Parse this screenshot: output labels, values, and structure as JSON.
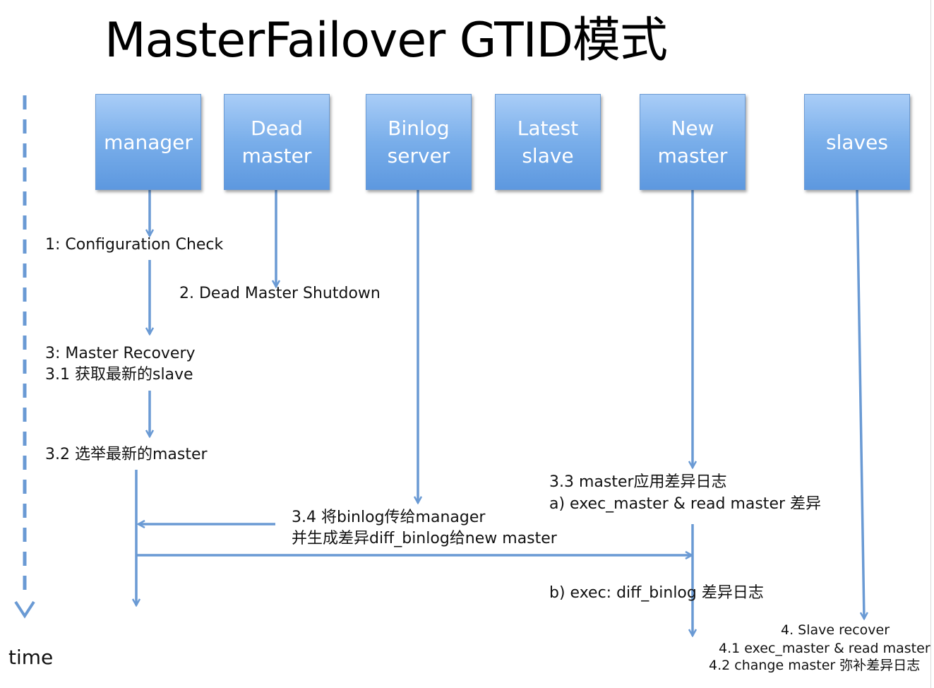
{
  "title": "MasterFailover GTID模式",
  "actors": {
    "manager": "manager",
    "dead_master": "Dead\nmaster",
    "binlog_server": "Binlog\nserver",
    "latest_slave": "Latest\nslave",
    "new_master": "New\nmaster",
    "slaves": "slaves"
  },
  "steps": {
    "s1": "1: Configuration Check",
    "s2": "2. Dead Master Shutdown",
    "s3": "3: Master Recovery",
    "s3_1": "3.1 获取最新的slave",
    "s3_2": "3.2  选举最新的master",
    "s3_3": "3.3 master应用差异日志",
    "s3_3a": "a)     exec_master & read master 差异",
    "s3_3b": "b)     exec: diff_binlog 差异日志",
    "s3_4_line1": "3.4  将binlog传给manager",
    "s3_4_line2": "并生成差异diff_binlog给new master",
    "s4": "4. Slave recover",
    "s4_1": "4.1 exec_master & read master 差异",
    "s4_2": "4.2 change master 弥补差异日志"
  },
  "time_label": "time",
  "colors": {
    "arrow": "#6a9ad4",
    "box_top": "#a9cdf7",
    "box_bottom": "#5d98df"
  }
}
